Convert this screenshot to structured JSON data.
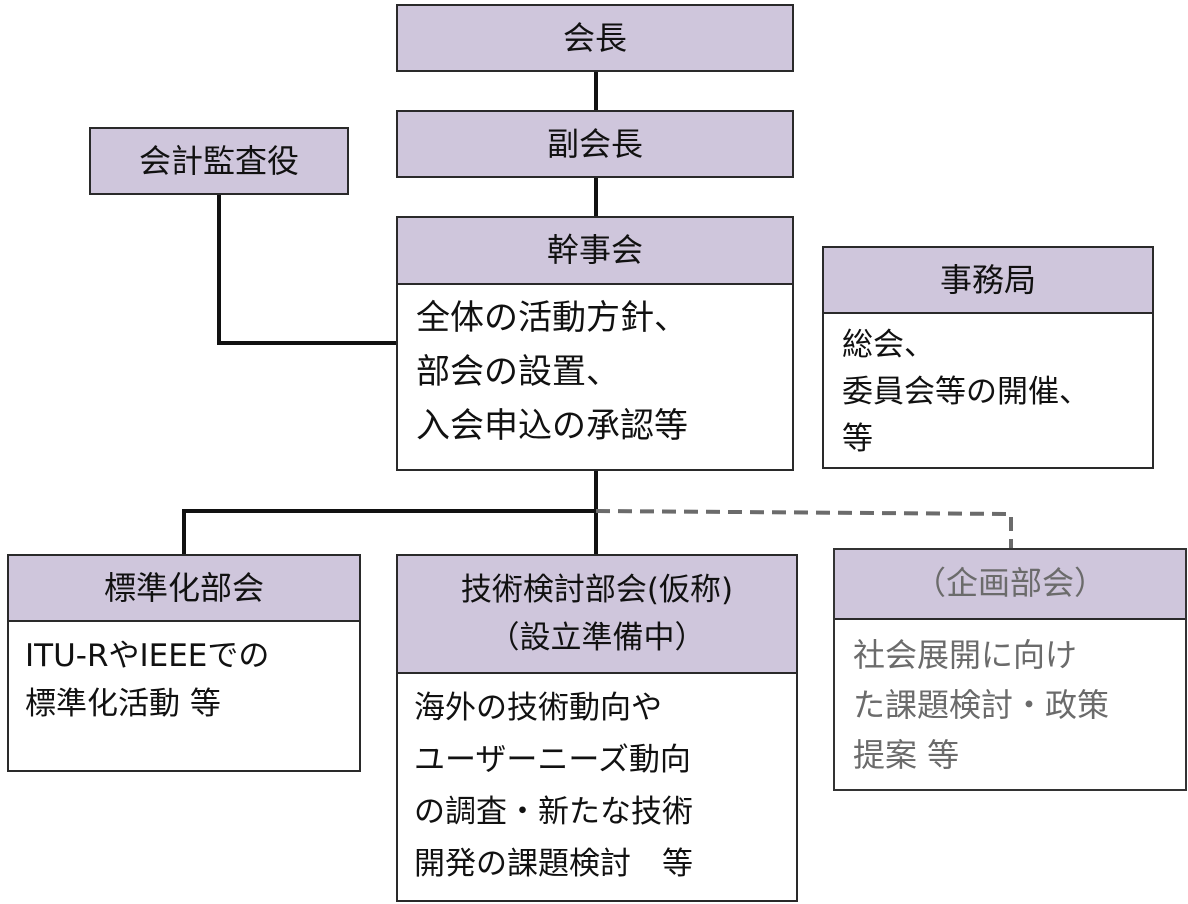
{
  "chairman": {
    "title": "会長"
  },
  "vice_chairman": {
    "title": "副会長"
  },
  "auditor": {
    "title": "会計監査役"
  },
  "steering_committee": {
    "title": "幹事会",
    "body": [
      "全体の活動方針、",
      "部会の設置、",
      "入会申込の承認等"
    ]
  },
  "secretariat": {
    "title": "事務局",
    "body": [
      "総会、",
      "委員会等の開催、",
      "等"
    ]
  },
  "standardization_subcommittee": {
    "title": "標準化部会",
    "body": [
      "ITU-RやIEEEでの",
      "標準化活動 等"
    ]
  },
  "technical_subcommittee": {
    "title": [
      "技術検討部会(仮称)",
      "（設立準備中）"
    ],
    "body": [
      "海外の技術動向や",
      "ユーザーニーズ動向",
      "の調査・新たな技術",
      "開発の課題検討　等"
    ]
  },
  "planning_subcommittee": {
    "title": "（企画部会）",
    "body": [
      "社会展開に向け",
      "た課題検討・政策",
      "提案 等"
    ]
  },
  "colors": {
    "header_fill": "#cfc6dc",
    "border": "#2a2a2a",
    "dashed_line": "#6b6b6b",
    "muted_text": "#6b6b6b"
  }
}
